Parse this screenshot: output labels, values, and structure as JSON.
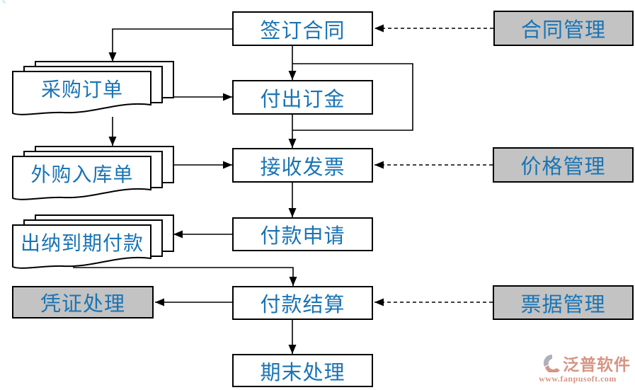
{
  "diagram": {
    "type": "flowchart",
    "nodes": {
      "sign_contract": {
        "label": "签订合同",
        "shape": "process"
      },
      "pay_deposit": {
        "label": "付出订金",
        "shape": "process"
      },
      "receive_invoice": {
        "label": "接收发票",
        "shape": "process"
      },
      "payment_request": {
        "label": "付款申请",
        "shape": "process"
      },
      "payment_settle": {
        "label": "付款结算",
        "shape": "process"
      },
      "period_end": {
        "label": "期末处理",
        "shape": "process"
      },
      "contract_mgmt": {
        "label": "合同管理",
        "shape": "module"
      },
      "price_mgmt": {
        "label": "价格管理",
        "shape": "module"
      },
      "bill_mgmt": {
        "label": "票据管理",
        "shape": "module"
      },
      "voucher_proc": {
        "label": "凭证处理",
        "shape": "module"
      },
      "purchase_order": {
        "label": "采购订单",
        "shape": "multi-document"
      },
      "purchase_inbound": {
        "label": "外购入库单",
        "shape": "multi-document"
      },
      "cashier_due": {
        "label": "出纳到期付款",
        "shape": "multi-document"
      }
    },
    "edges": [
      {
        "from": "sign_contract",
        "to": "purchase_order",
        "style": "solid"
      },
      {
        "from": "sign_contract",
        "to": "pay_deposit",
        "style": "solid"
      },
      {
        "from": "sign_contract",
        "to": "receive_invoice",
        "style": "solid",
        "note": "bypass loop right of pay_deposit"
      },
      {
        "from": "purchase_order",
        "to": "pay_deposit",
        "style": "solid"
      },
      {
        "from": "purchase_order",
        "to": "purchase_inbound",
        "style": "solid"
      },
      {
        "from": "purchase_inbound",
        "to": "receive_invoice",
        "style": "solid"
      },
      {
        "from": "pay_deposit",
        "to": "receive_invoice",
        "style": "solid"
      },
      {
        "from": "receive_invoice",
        "to": "payment_request",
        "style": "solid"
      },
      {
        "from": "payment_request",
        "to": "cashier_due",
        "style": "solid"
      },
      {
        "from": "cashier_due",
        "to": "payment_settle",
        "style": "solid"
      },
      {
        "from": "payment_settle",
        "to": "voucher_proc",
        "style": "solid"
      },
      {
        "from": "payment_settle",
        "to": "period_end",
        "style": "solid"
      },
      {
        "from": "contract_mgmt",
        "to": "sign_contract",
        "style": "dashed"
      },
      {
        "from": "price_mgmt",
        "to": "receive_invoice",
        "style": "dashed"
      },
      {
        "from": "bill_mgmt",
        "to": "payment_settle",
        "style": "dashed"
      }
    ],
    "colors": {
      "node_text": "#1a74b4",
      "module_fill": "#c3c3c3",
      "process_fill": "#ffffff",
      "line": "#000000",
      "logo": "#cf8270"
    }
  },
  "logo": {
    "name": "泛普软件",
    "url": "www.fanpusoft.com"
  }
}
